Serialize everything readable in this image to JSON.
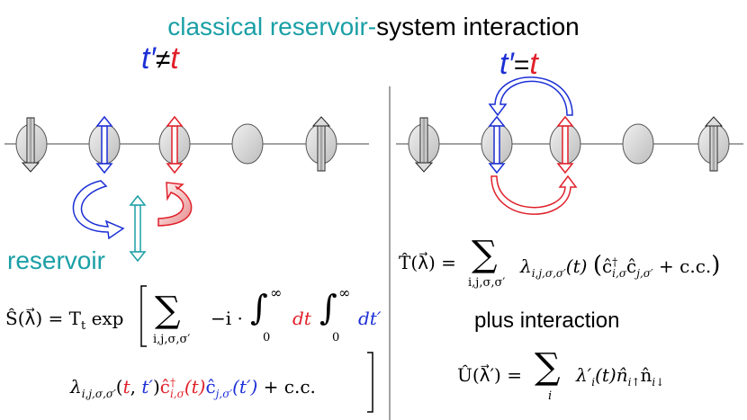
{
  "title": {
    "part1": "classical reservoir-",
    "part2": "system interaction"
  },
  "left_time_label": {
    "t_prime": "t′",
    "relation": "≠",
    "t": "t"
  },
  "right_time_label": {
    "t_prime": "t′",
    "relation": "=",
    "t": "t"
  },
  "reservoir_label": "reservoir",
  "plus_interaction_label": "plus interaction",
  "equations": {
    "S_lhs": "Ŝ(λ⃗) = T",
    "S_sub_t": "t",
    "S_exp": "exp",
    "S_sum_sub": "i,j,σ,σ′",
    "S_minus_i": "−i ·",
    "S_int_lower": "0",
    "S_int_upper": "∞",
    "S_dt": "dt",
    "S_dtprime": "dt′",
    "S_lambda": "λ",
    "S_lambda_sub": "i,j,σ,σ′",
    "S_args_open": "(",
    "S_arg_t": "t",
    "S_arg_comma": ", ",
    "S_arg_tprime": "t′",
    "S_args_close": ")",
    "S_c_dag": "ĉ",
    "S_c_dag_sub": "i,σ",
    "S_c_dag_sup": "†",
    "S_c_dag_arg": "(t)",
    "S_c": "ĉ",
    "S_c_sub": "j,σ′",
    "S_c_arg": "(t′)",
    "S_cc": "+ c.c.",
    "T_lhs": "T̂(λ⃗) =",
    "T_sum_sub": "i,j,σ,σ′",
    "T_lambda": "λ",
    "T_lambda_sub": "i,j,σ,σ′",
    "T_arg": "(t)",
    "T_c_dag": "ĉ",
    "T_c_dag_sup": "†",
    "T_c_dag_sub": "i,σ",
    "T_c": "ĉ",
    "T_c_sub": "j,σ′",
    "T_cc": "+ c.c.",
    "U_lhs": "Û(λ⃗′) =",
    "U_sum_sub": "i",
    "U_lambda": "λ′",
    "U_lambda_sub": "i",
    "U_rest": "(t)n̂",
    "U_n_up_sub": "i↑",
    "U_n2": "n̂",
    "U_n_down_sub": "i↓"
  }
}
